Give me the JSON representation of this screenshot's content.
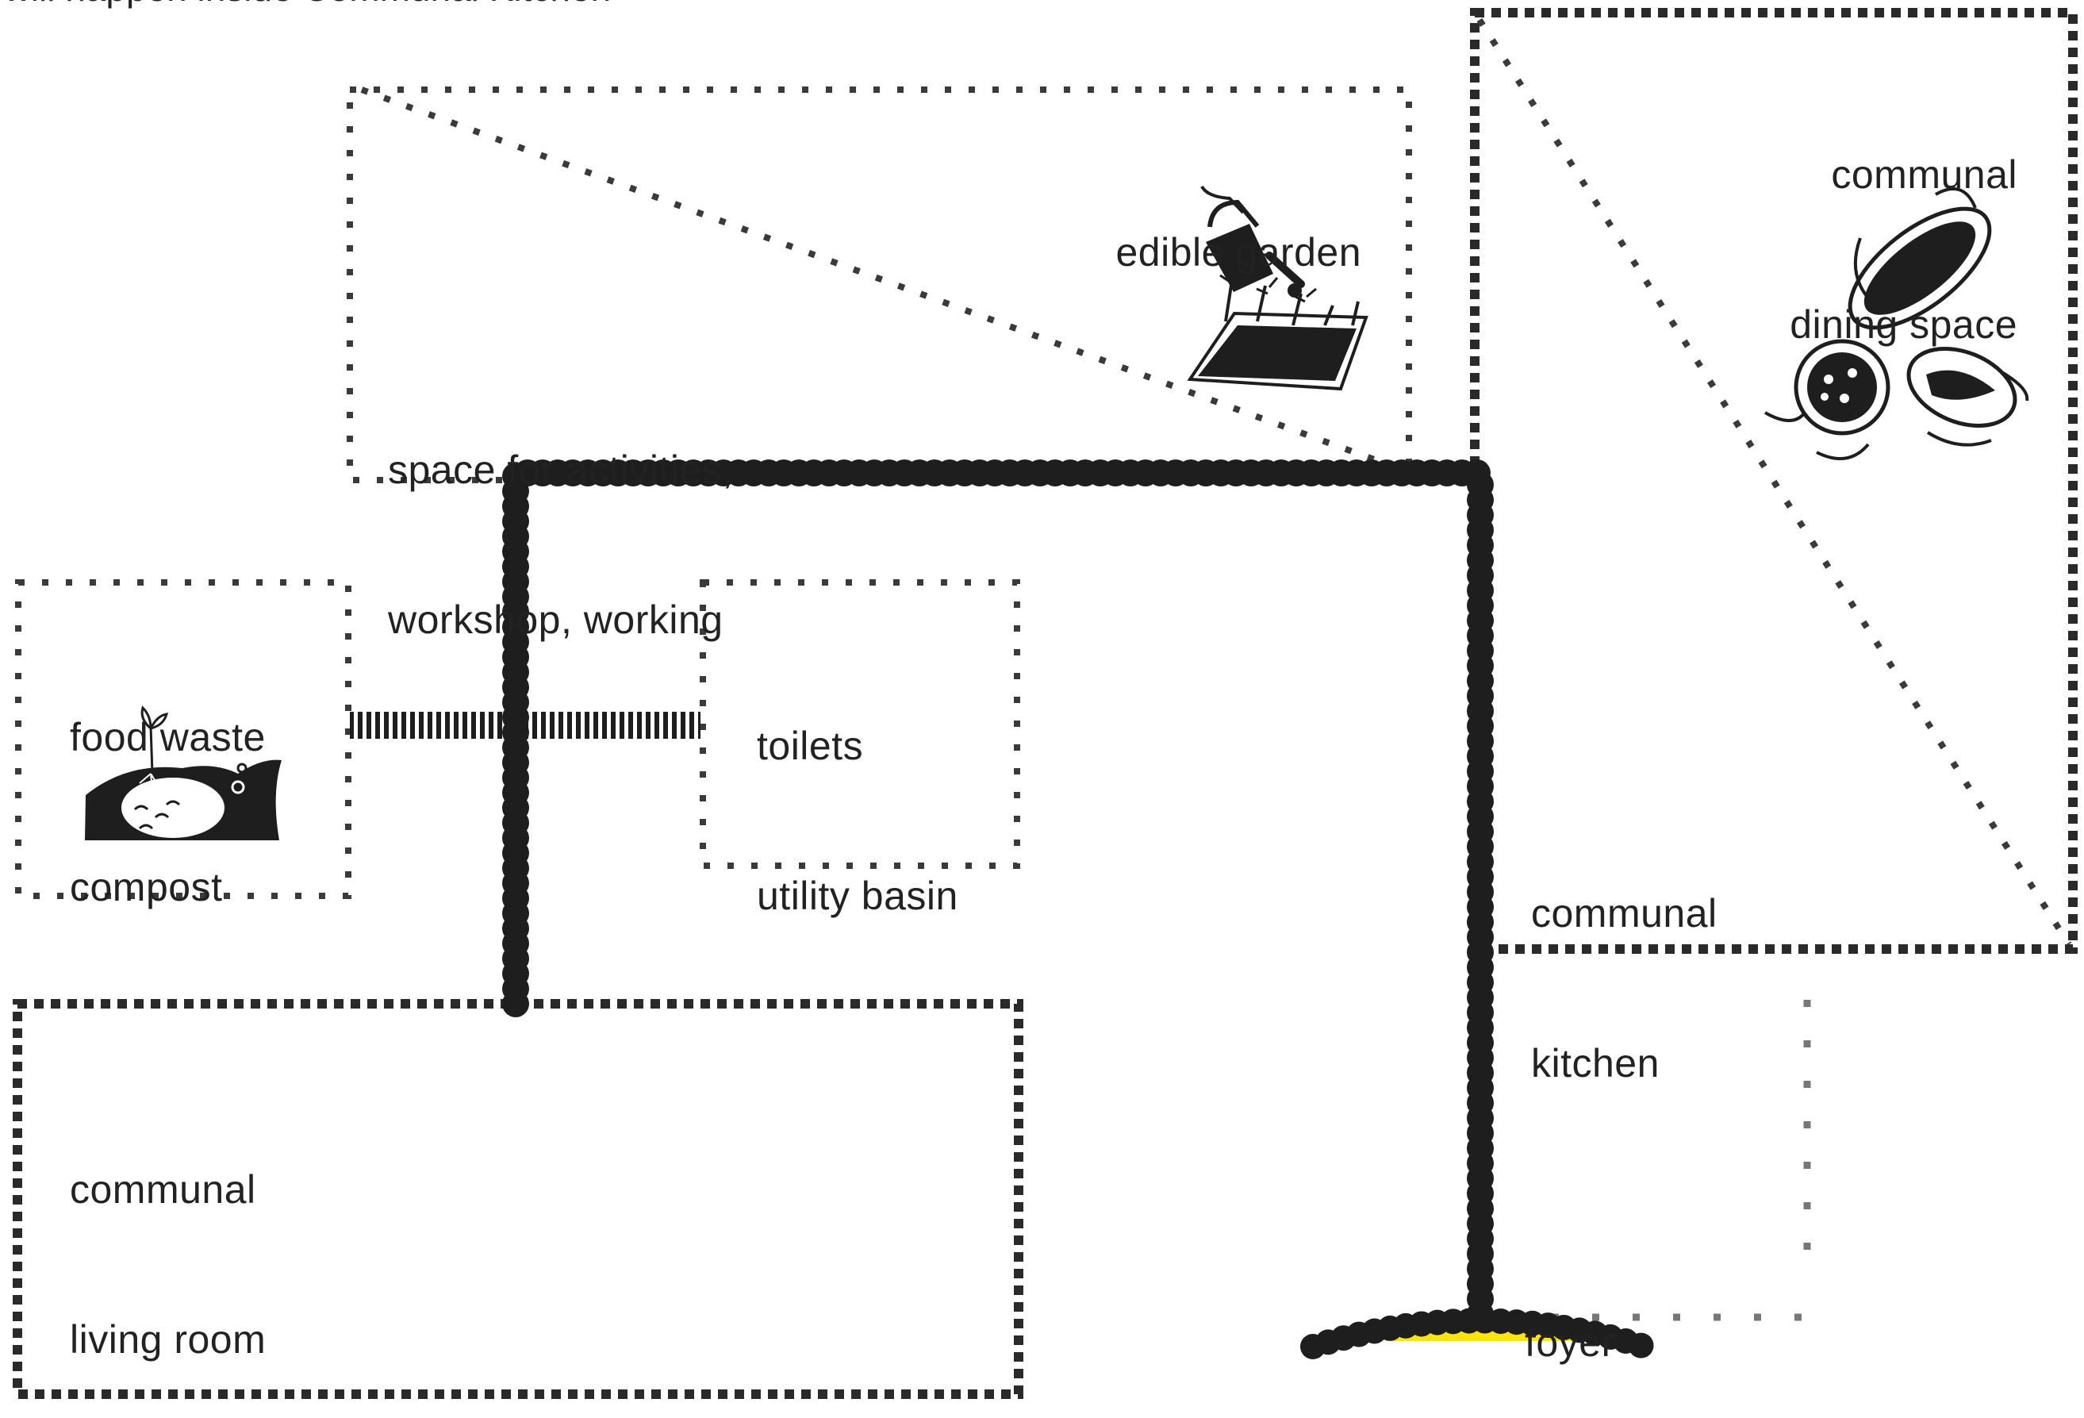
{
  "header": {
    "caption": "t will happen inside Communal Kitchen"
  },
  "spaces": {
    "edible_garden": {
      "label": "edible garden",
      "icon": "watering-can-garden-icon"
    },
    "activities": {
      "line1": "space for activities,",
      "line2": "workshop, working"
    },
    "dining": {
      "line1": "communal",
      "line2": "dining space",
      "icon": "shared-dishes-icon"
    },
    "compost": {
      "line1": "food waste",
      "line2": "compost",
      "icon": "compost-mound-icon"
    },
    "toilets": {
      "line1": "toilets",
      "line2": "utility basin"
    },
    "kitchen": {
      "line1": "communal",
      "line2": "kitchen"
    },
    "living": {
      "line1": "communal",
      "line2": "living room"
    },
    "foyer": {
      "label": "foyer"
    }
  },
  "colors": {
    "ink": "#222222",
    "wall": "#1e1e1e",
    "dotted": "#3a3a3a",
    "entrance_highlight": "#ffe600"
  }
}
